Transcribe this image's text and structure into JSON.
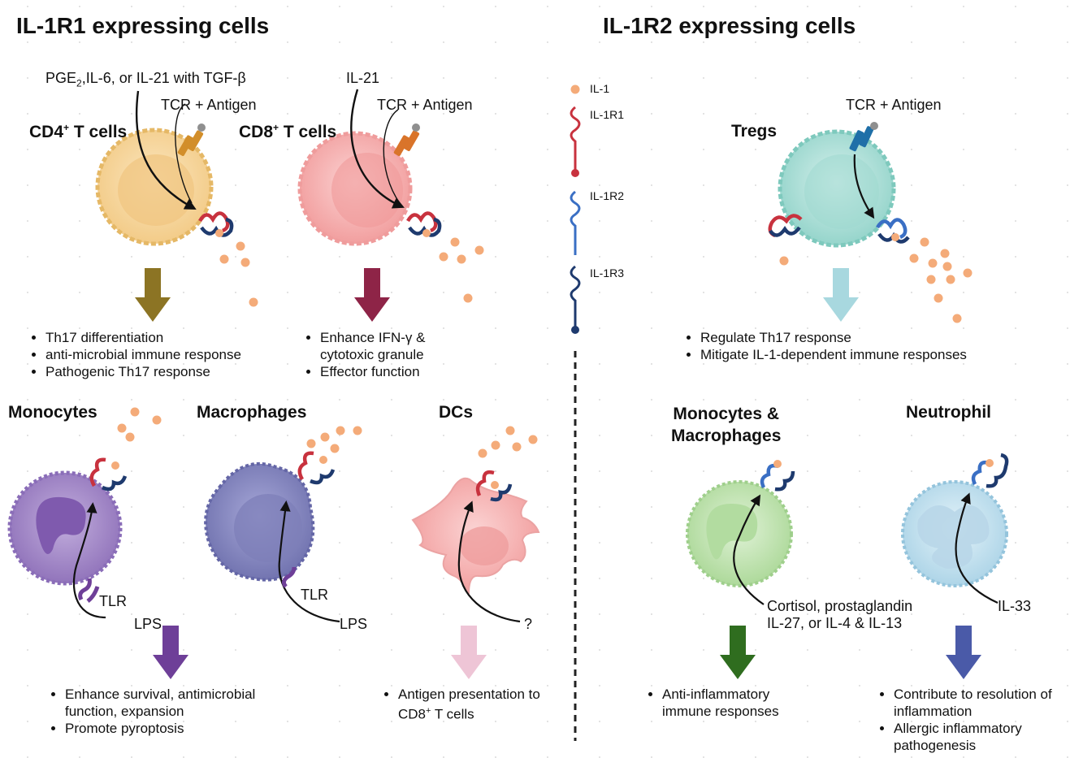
{
  "headers": {
    "left": "IL-1R1 expressing cells",
    "right": "IL-1R2 expressing cells"
  },
  "legend": {
    "il1": "IL-1",
    "il1r1": "IL-1R1",
    "il1r2": "IL-1R2",
    "il1r3": "IL-1R3"
  },
  "colors": {
    "il1": "#f4ab79",
    "il1r1": "#c8323e",
    "il1r2": "#3a6fc4",
    "il1r3": "#1e3a6e",
    "cd4": "#f6d9a0",
    "cd8": "#f6b8b8",
    "treg": "#a9ddd6",
    "monocyte": "#a98cc8",
    "macrophage": "#8b8cc4",
    "dc": "#f6c4c4",
    "mono_mac_r2": "#bfe3b0",
    "neutrophil": "#c6e4f0",
    "arrow_cd4": "#8c7424",
    "arrow_cd8": "#8e2447",
    "arrow_treg": "#a8d8df",
    "arrow_mono": "#6e3f98",
    "arrow_dc": "#eec5d6",
    "arrow_mono_r2": "#2f6d1f",
    "arrow_neut": "#4a5aa8"
  },
  "cells": {
    "cd4": {
      "title": "CD4",
      "sup": "+",
      "suffix": " T cells",
      "stimulus_pre": "PGE",
      "stimulus_sub": "2",
      "stimulus_post": ",IL-6, or IL-21 with TGF-β",
      "tcr": "TCR + Antigen",
      "outcomes": [
        "Th17 differentiation",
        "anti-microbial immune response",
        "Pathogenic Th17 response"
      ]
    },
    "cd8": {
      "title": "CD8",
      "sup": "+",
      "suffix": " T cells",
      "stimulus": "IL-21",
      "tcr": "TCR + Antigen",
      "outcomes": [
        "Enhance IFN-γ & cytotoxic granule",
        "Effector function"
      ]
    },
    "treg": {
      "title": "Tregs",
      "tcr": "TCR + Antigen",
      "outcomes": [
        "Regulate Th17 response",
        "Mitigate IL-1-dependent immune responses"
      ]
    },
    "monocytes": {
      "title": "Monocytes",
      "receptor": "TLR",
      "ligand": "LPS",
      "outcomes": [
        "Enhance survival, antimicrobial function, expansion",
        "Promote pyroptosis"
      ]
    },
    "macrophages": {
      "title": "Macrophages",
      "receptor": "TLR",
      "ligand": "LPS"
    },
    "dcs": {
      "title": "DCs",
      "ligand": "?",
      "outcome_pre": "Antigen presentation to",
      "outcome_cd8": "CD8",
      "outcome_sup": "+",
      "outcome_post": " T cells"
    },
    "mono_mac": {
      "title_line1": "Monocytes &",
      "title_line2": "Macrophages",
      "stimulus_line1": "Cortisol, prostaglandin",
      "stimulus_line2": "IL-27, or IL-4 & IL-13",
      "outcomes": [
        "Anti-inflammatory immune responses"
      ]
    },
    "neutrophil": {
      "title": "Neutrophil",
      "stimulus": "IL-33",
      "outcomes": [
        "Contribute to resolution of inflammation",
        "Allergic inflammatory pathogenesis"
      ]
    }
  }
}
